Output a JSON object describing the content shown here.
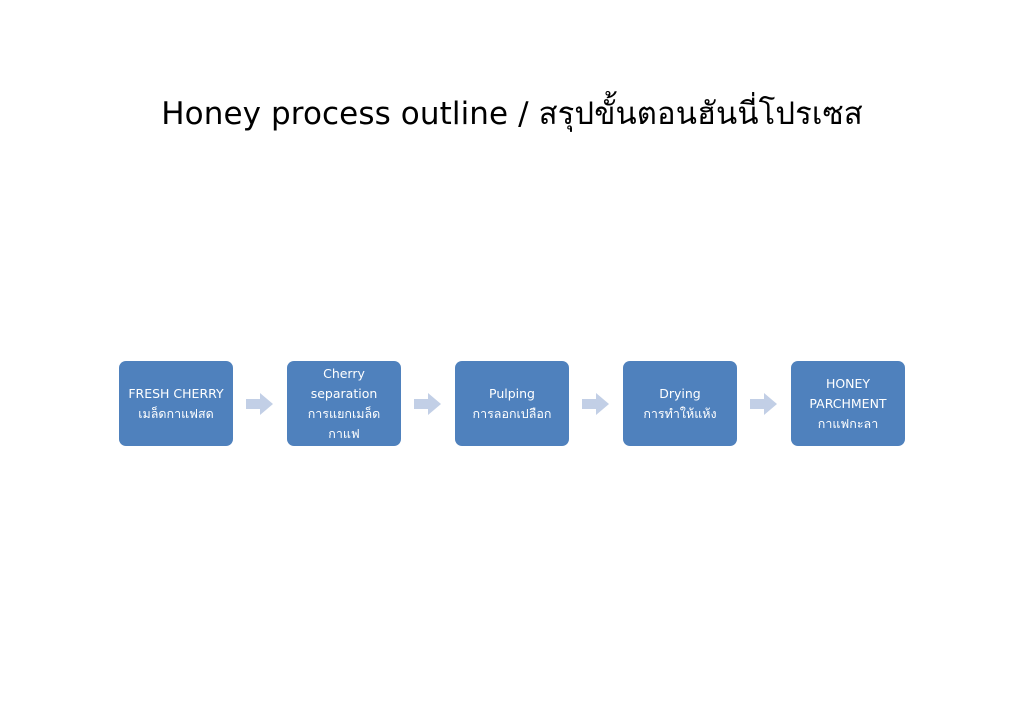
{
  "slide": {
    "title": "Honey process outline / สรุปขั้นตอนฮันนี่โปรเซส",
    "background_color": "#ffffff",
    "title_color": "#000000"
  },
  "diagram": {
    "type": "process-flow",
    "orientation": "horizontal",
    "box_fill_color": "#4f81bd",
    "box_text_color": "#ffffff",
    "arrow_fill_color": "#c2cfe6",
    "arrow_icon_name": "right-block-arrow-icon",
    "steps": [
      {
        "id": "fresh-cherry",
        "lines": [
          "FRESH CHERRY",
          "เมล็ดกาแฟสด"
        ],
        "english": "FRESH CHERRY",
        "thai": "เมล็ดกาแฟสด"
      },
      {
        "id": "cherry-separation",
        "lines": [
          "Cherry",
          "separation",
          "การแยกเมล็ด",
          "กาแฟ"
        ],
        "english": "Cherry separation",
        "thai": "การแยกเมล็ดกาแฟ"
      },
      {
        "id": "pulping",
        "lines": [
          "Pulping",
          "การลอกเปลือก"
        ],
        "english": "Pulping",
        "thai": "การลอกเปลือก"
      },
      {
        "id": "drying",
        "lines": [
          "Drying",
          "การทำให้แห้ง"
        ],
        "english": "Drying",
        "thai": "การทำให้แห้ง"
      },
      {
        "id": "honey-parchment",
        "lines": [
          "HONEY",
          "PARCHMENT",
          "กาแฟกะลา"
        ],
        "english": "HONEY PARCHMENT",
        "thai": "กาแฟกะลา"
      }
    ],
    "arrow_count": 4
  }
}
